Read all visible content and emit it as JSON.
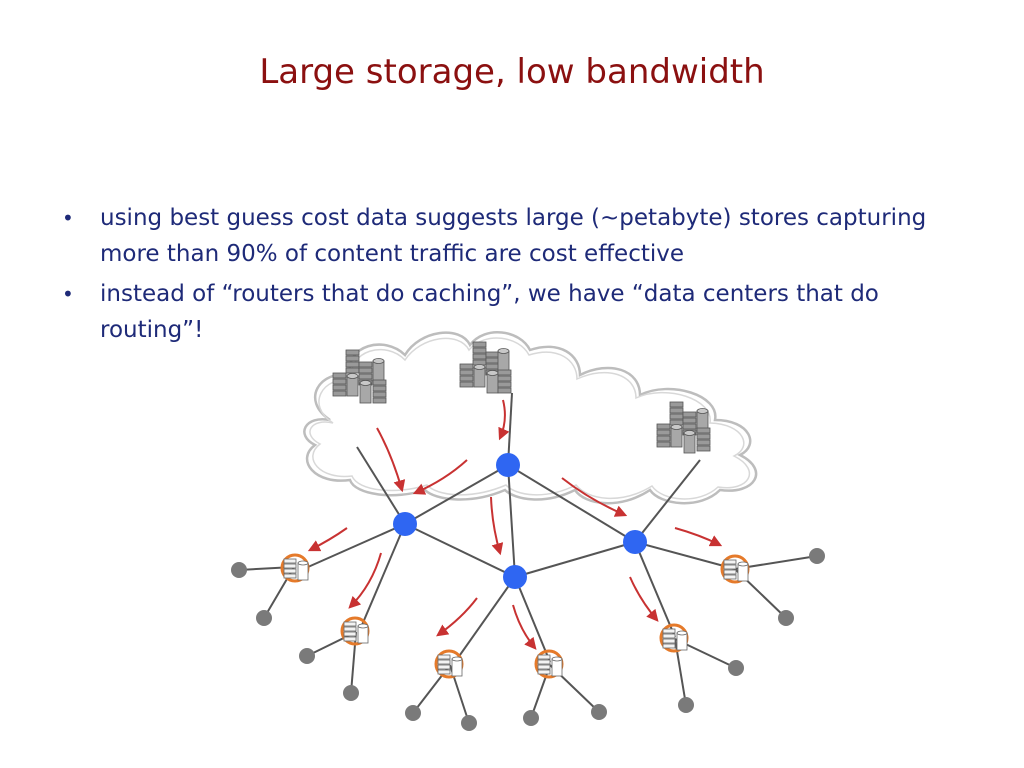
{
  "slide": {
    "title": "Large storage, low bandwidth",
    "bullets": [
      "using best guess cost data suggests large (~petabyte) stores capturing more than 90% of content traffic are cost effective",
      "instead of “routers that do caching”, we have “data centers that do routing”!"
    ]
  },
  "colors": {
    "title": "#8b1010",
    "text": "#1e2a78",
    "router": "#2f66f2",
    "end_node": "#7a7a7a",
    "arrow": "#c83232",
    "cache_ring": "#e57a2a"
  },
  "icons": {
    "cloud_storage": "server-stack-icon",
    "edge_cache": "cache-server-icon",
    "router": "router-node-icon",
    "end_user": "end-user-node-icon"
  }
}
